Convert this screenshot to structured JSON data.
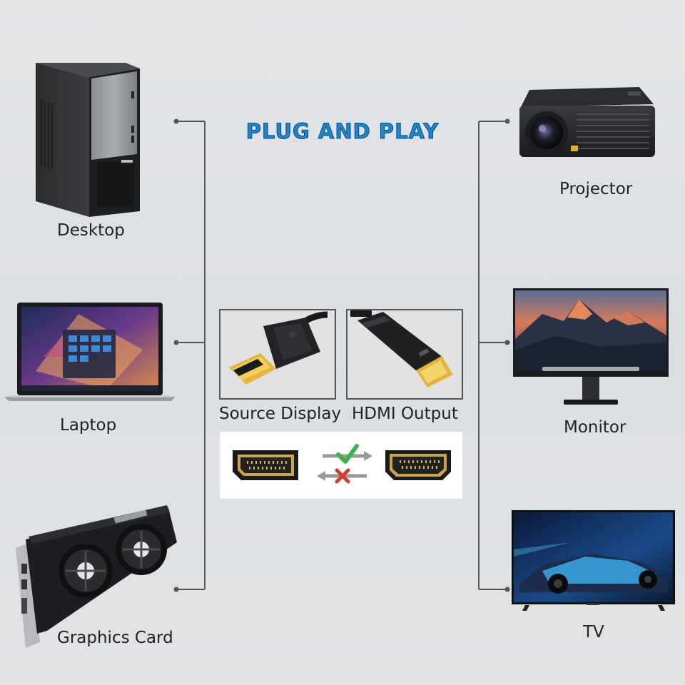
{
  "title": "PLUG AND PLAY",
  "devices": {
    "desktop": "Desktop",
    "laptop": "Laptop",
    "graphics_card": "Graphics Card",
    "projector": "Projector",
    "monitor": "Monitor",
    "tv": "TV"
  },
  "connectors": {
    "source_label": "Source Display",
    "output_label": "HDMI Output"
  },
  "direction": {
    "forward": "valid",
    "reverse": "invalid"
  },
  "colors": {
    "title": "#1c86c6",
    "check": "#3cb24a",
    "cross": "#d83a2e",
    "line": "#555555"
  }
}
